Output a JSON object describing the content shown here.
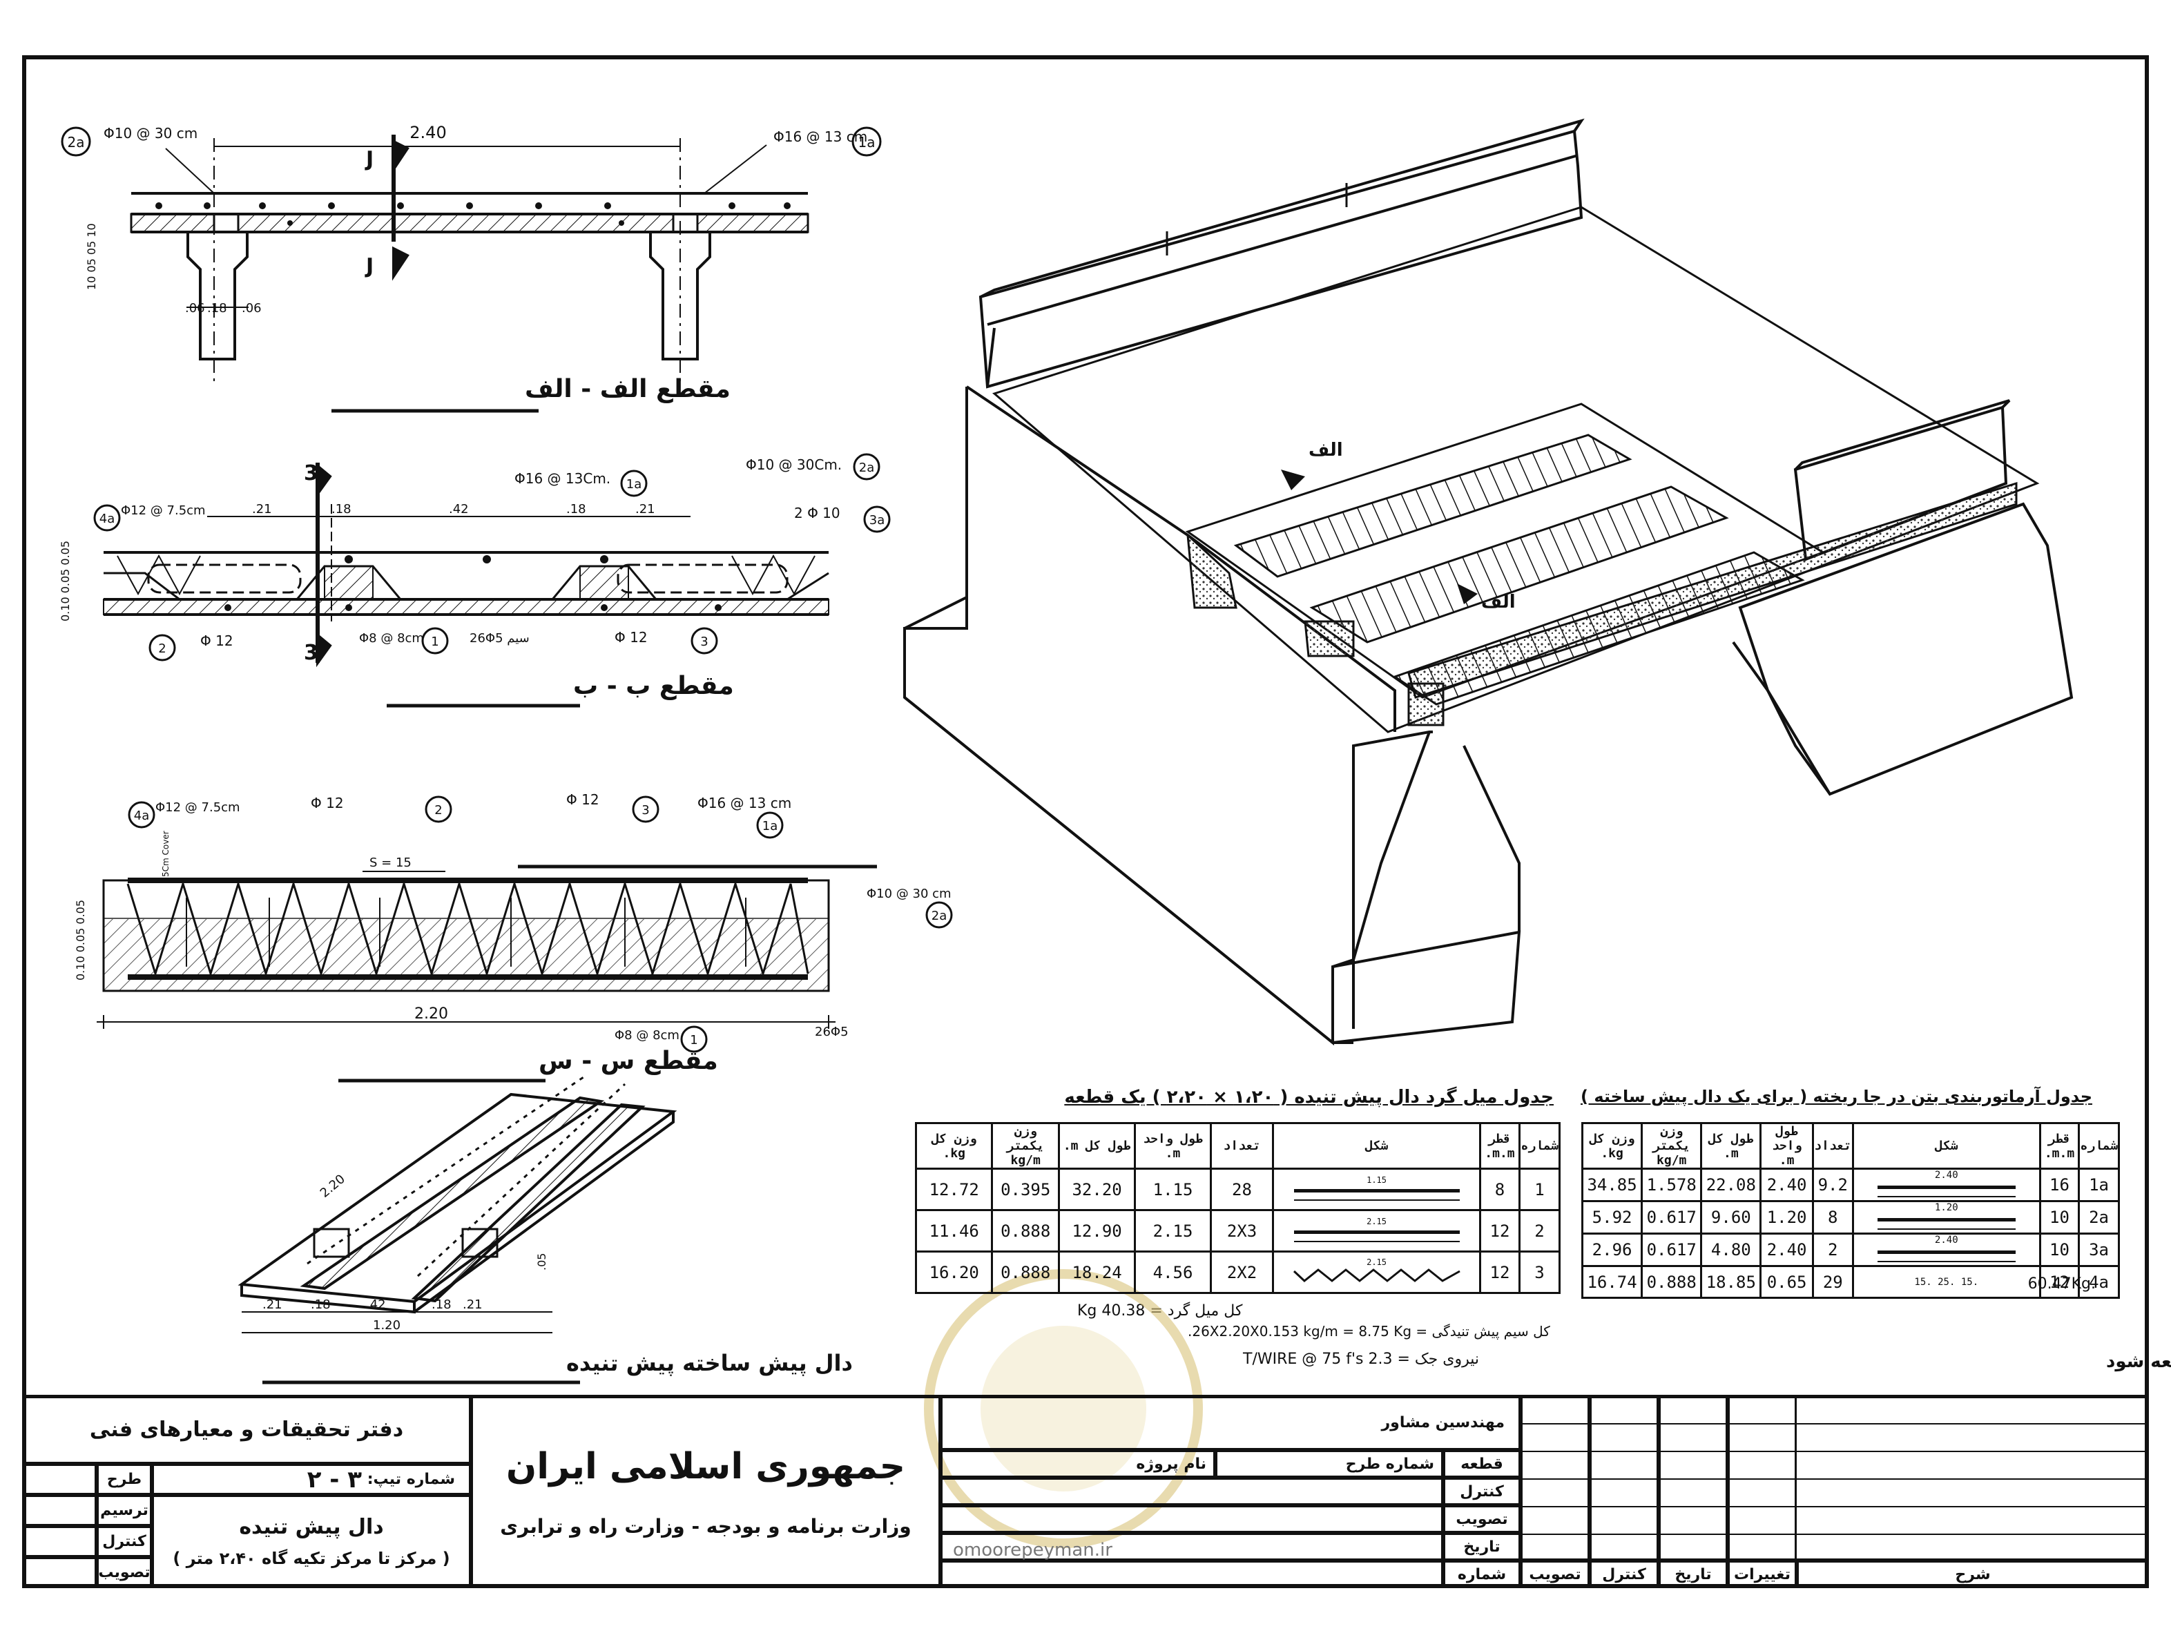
{
  "section_aa": {
    "title": "مقطع الف - الف",
    "span": "2.40",
    "bar_top_left": "Φ10 @ 30 cm",
    "bar_top_right": "Φ16 @ 13 cm",
    "tag_left": "2a",
    "tag_right": "1a",
    "cut_mark": "J",
    "dim_06a": ".06",
    "dim_18": ".18",
    "dim_06b": ".06",
    "vert_dims": "10 05 05 10"
  },
  "section_bb": {
    "title": "مقطع ب - ب",
    "cut_mark": "3",
    "bar_16": "Φ16 @ 13Cm.",
    "tag_1a": "1a",
    "bar_10": "Φ10 @ 30Cm.",
    "tag_2a": "2a",
    "bar_12_75": "Φ12 @ 7.5cm",
    "tag_4a": "4a",
    "dims": [
      ".21",
      ".18",
      ".42",
      ".18",
      ".21"
    ],
    "bar_2phi10": "2 Φ 10",
    "tag_3a": "3a",
    "label_phi12_left": "Φ 12",
    "tag_2": "2",
    "bar_8_8": "Φ8 @ 8cm",
    "tag_1": "1",
    "wire": "26Φ5 سیم",
    "label_phi12_right": "Φ 12",
    "tag_3": "3",
    "vert_dims": "0.10 0.05 0.05"
  },
  "section_ss": {
    "title": "مقطع س - س",
    "bar_12_75": "Φ12 @ 7.5cm",
    "tag_4a": "4a",
    "phi12_a": "Φ 12",
    "tag_2": "2",
    "phi12_b": "Φ 12",
    "tag_3": "3",
    "bar_16": "Φ16 @ 13 cm",
    "tag_1a": "1a",
    "s_spacing": "S = 15",
    "cover": "5Cm Cover",
    "bar_10": "Φ10 @ 30 cm",
    "tag_2a": "2a",
    "width": "2.20",
    "bar_8": "Φ8 @ 8cm",
    "tag_1": "1",
    "wire": "26Φ5",
    "vert_dims": "0.10 0.05 0.05"
  },
  "precast_iso": {
    "title": "دال پیش ساخته پیش تنیده",
    "len": "2.20",
    "dims": [
      ".21",
      ".18",
      ".42",
      ".18",
      ".21"
    ],
    "total": "1.20",
    "h": ".05"
  },
  "table_beams": {
    "title": "جدول میل گرد دال پیش تنیده ( ۱،۲۰ × ۲،۲۰ ) یک قطعه",
    "headers": [
      "شماره",
      "قطر m.m.",
      "شکل",
      "تعداد",
      "طول واحد m.",
      "طول کل m.",
      "وزن یکمتر kg/m",
      "وزن کل kg."
    ],
    "rows": [
      {
        "no": "1",
        "dia": "8",
        "shape": "1.15",
        "count": "28",
        "unit": "1.15",
        "total": "32.20",
        "wpm": "0.395",
        "w": "12.72"
      },
      {
        "no": "2",
        "dia": "12",
        "shape": "2.15",
        "count": "2X3",
        "unit": "2.15",
        "total": "12.90",
        "wpm": "0.888",
        "w": "11.46"
      },
      {
        "no": "3",
        "dia": "12",
        "shape": "2.15",
        "count": "2X2",
        "unit": "4.56",
        "total": "18.24",
        "wpm": "0.888",
        "w": "16.20"
      }
    ],
    "note_total_bar": "کل میل گرد = 40.38 Kg",
    "note_total_wire": "کل سیم پیش تنیدگی = 26X2.20X0.153 kg/m = 8.75 Kg.",
    "note_force": "نیروی جک = 2.3 T/WIRE @ 75 f's"
  },
  "table_site": {
    "title": "جدول آرماتوربندی بتن در جا ریخته ( برای یک دال پیش ساخته )",
    "headers": [
      "شماره",
      "قطر m.m.",
      "شکل",
      "تعداد",
      "طول واحد m.",
      "طول کل m.",
      "وزن یکمتر kg/m",
      "وزن کل kg."
    ],
    "rows": [
      {
        "no": "1a",
        "dia": "16",
        "shape": "2.40",
        "count": "9.2",
        "unit": "2.40",
        "total": "22.08",
        "wpm": "1.578",
        "w": "34.85"
      },
      {
        "no": "2a",
        "dia": "10",
        "shape": "1.20",
        "count": "8",
        "unit": "1.20",
        "total": "9.60",
        "wpm": "0.617",
        "w": "5.92"
      },
      {
        "no": "3a",
        "dia": "10",
        "shape": "2.40",
        "count": "2",
        "unit": "2.40",
        "total": "4.80",
        "wpm": "0.617",
        "w": "2.96"
      },
      {
        "no": "4a",
        "dia": "12",
        "shape": ".15 .25 .15",
        "count": "29",
        "unit": "0.65",
        "total": "18.85",
        "wpm": "0.888",
        "w": "16.74"
      }
    ],
    "sum": "60.47Kg."
  },
  "note_ref": "قبل از اجرا به توضیحات نقشه شماره یک ویک الف مراجعه شود",
  "iso_labels": {
    "aa1": "الف",
    "aa2": "الف"
  },
  "title_block": {
    "office": "دفتر تحقیقات و معیارهای فنی",
    "sheet_no_label": "شماره تیپ:",
    "sheet_no": "۳ - ۲",
    "role_design": "طرح",
    "role_draw": "ترسیم",
    "role_check": "کنترل",
    "role_approve": "تصویب",
    "drawing_title": "دال پیش تنیده",
    "drawing_sub": "( مرکز تا مرکز تکیه گاه ۲،۴۰ متر )",
    "republic": "جمهوری اسلامی ایران",
    "ministries": "وزارت برنامه و بودجه - وزارت راه و ترابری",
    "consultant": "مهندسین مشاور",
    "project_name": "نام پروژه",
    "plan_no": "شماره طرح",
    "part": "قطعه",
    "control": "کنترل",
    "approval": "تصویب",
    "date": "تاریخ",
    "number": "شماره",
    "rev_desc": "شرح",
    "rev_changes": "تغییرات",
    "rev_date": "تاریخ",
    "rev_control": "کنترل",
    "rev_approve": "تصویب",
    "watermark": "omoorepeyman.ir"
  }
}
